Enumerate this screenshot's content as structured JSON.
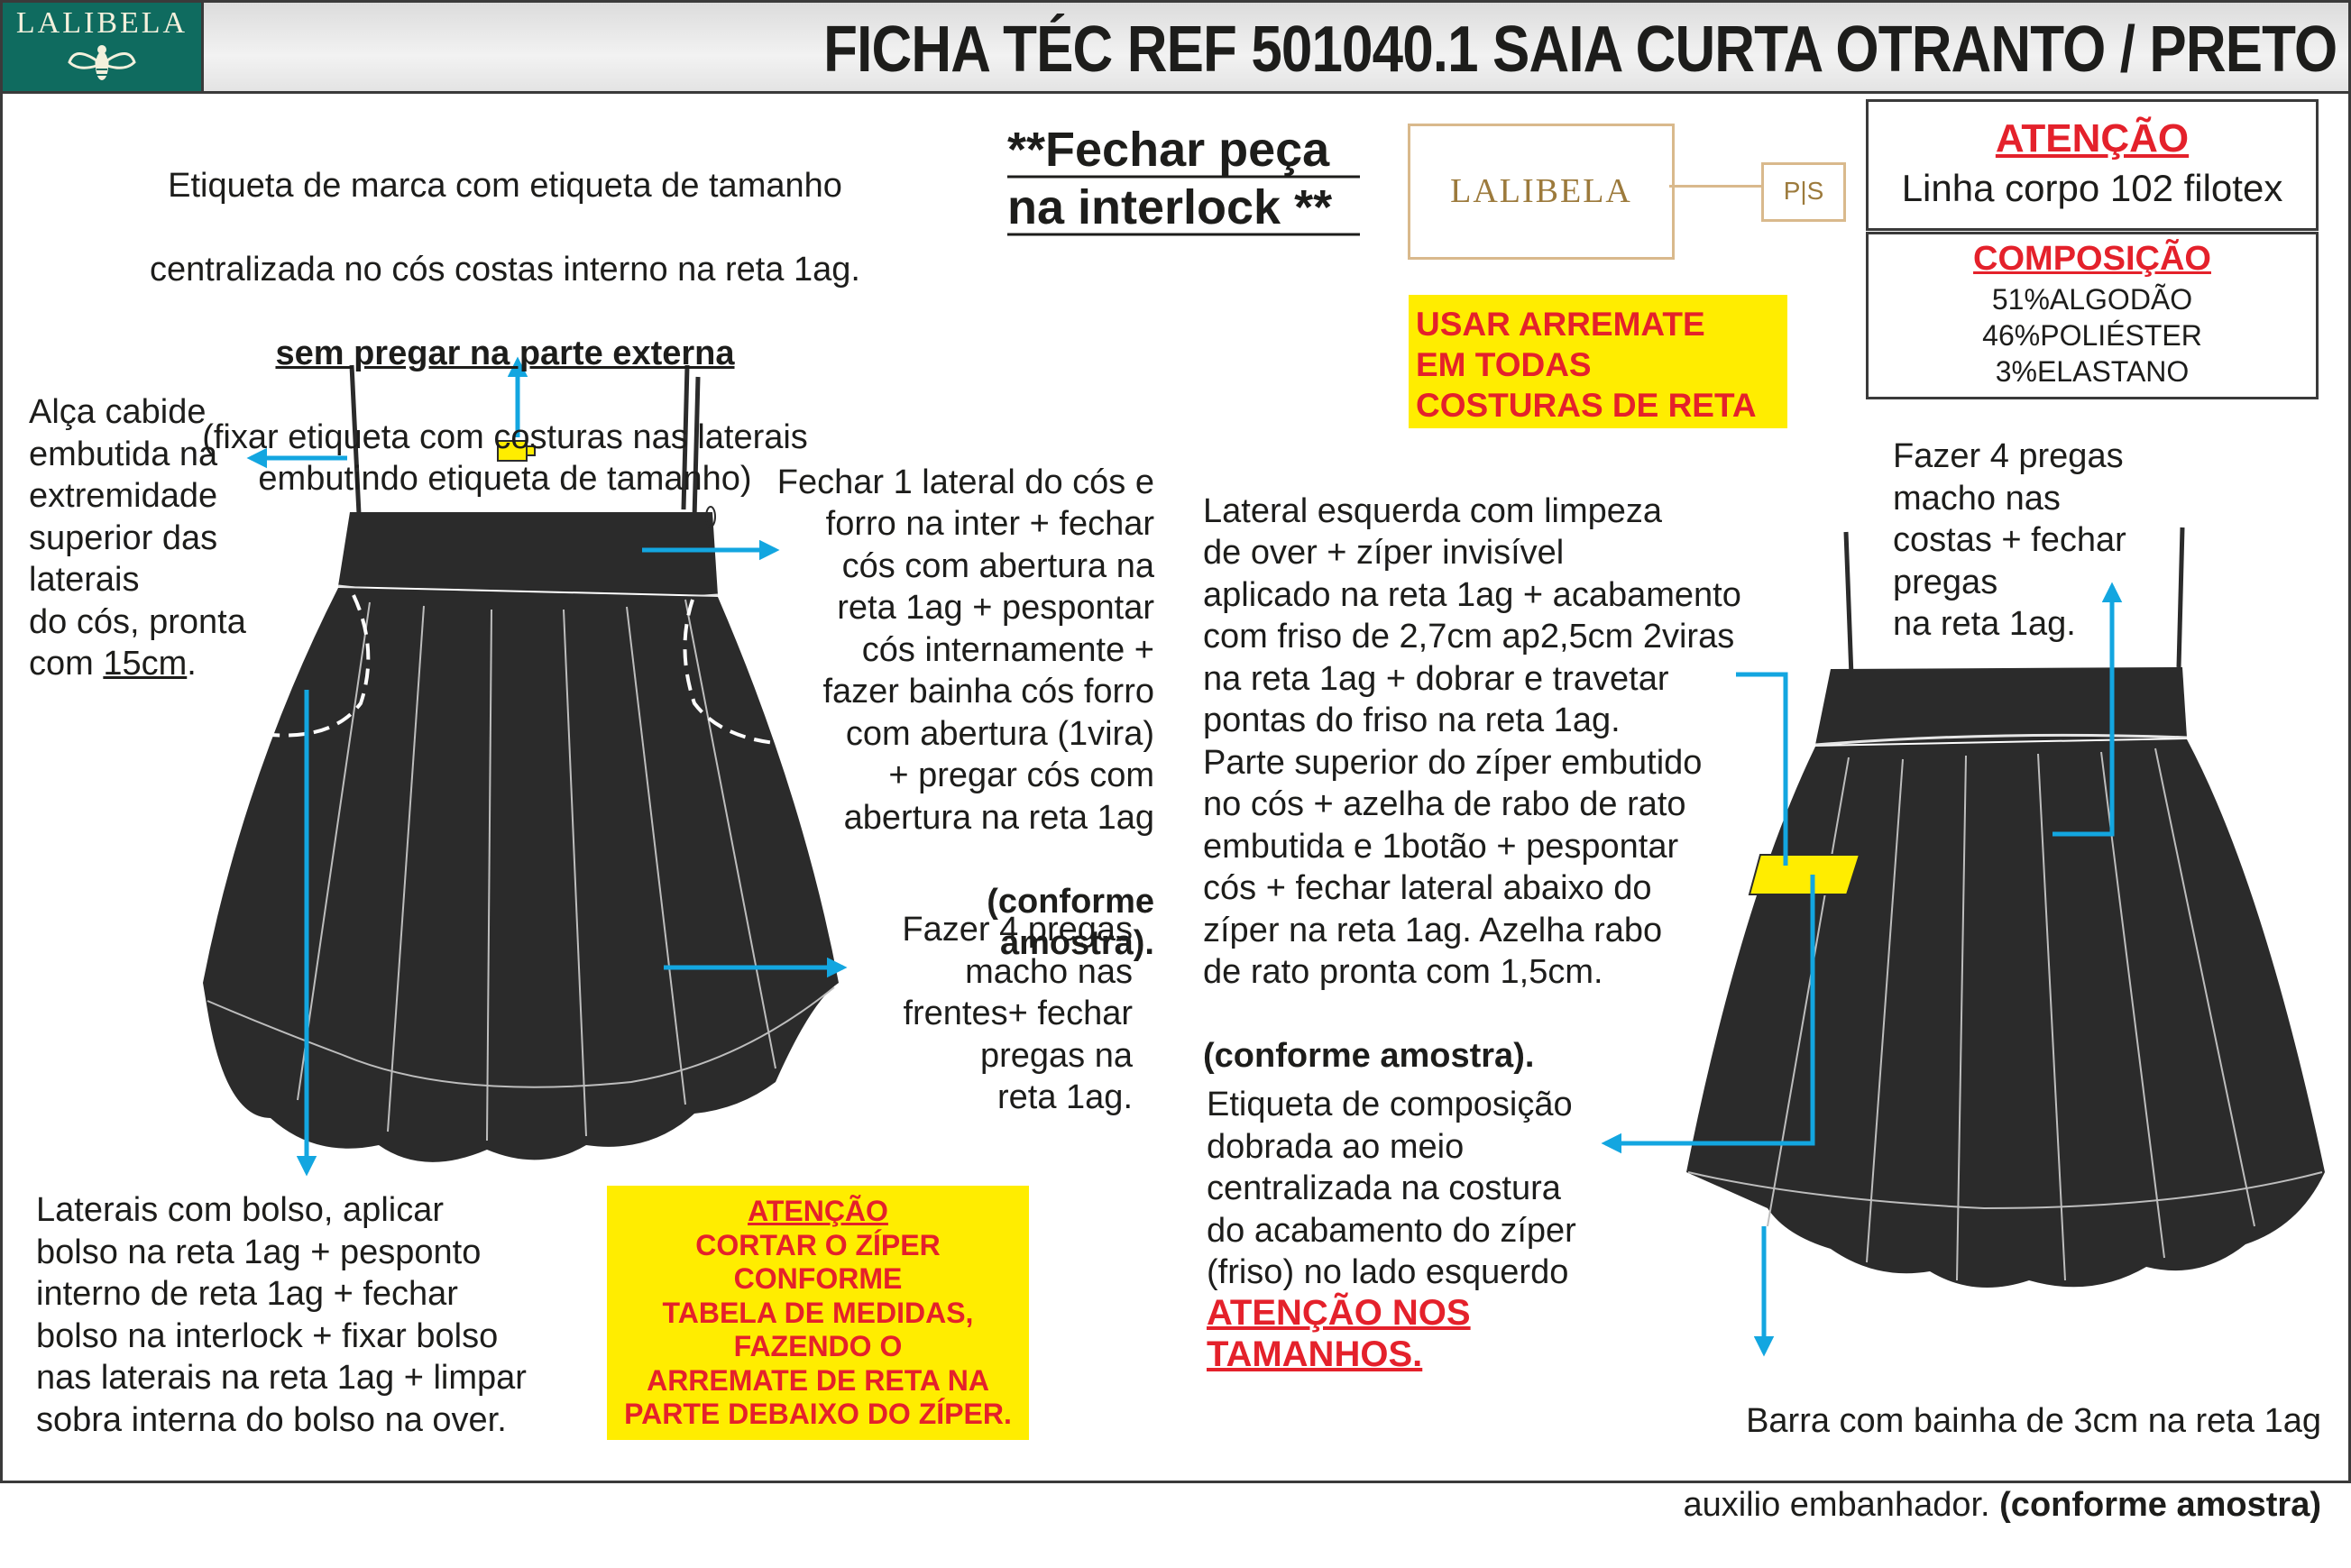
{
  "header": {
    "logo_text": "LALIBELA",
    "title": "FICHA TÉC REF 501040.1 SAIA CURTA OTRANTO / PRETO"
  },
  "notes": {
    "brand_label_1": "Etiqueta de marca com etiqueta de tamanho",
    "brand_label_2": "centralizada no cós costas interno na reta 1ag.",
    "brand_label_3": "sem pregar na parte externa",
    "brand_label_4": "(fixar etiqueta com costuras nas laterais\nembutindo etiqueta de tamanho)",
    "interlock_1": "**Fechar peça",
    "interlock_2": "na interlock **",
    "hanger_1": "Alça cabide\nembutida na\nextremidade\nsuperior das\nlaterais\ndo cós, pronta\ncom ",
    "hanger_2": "15cm",
    "hanger_3": ".",
    "waist_1": "Fechar 1 lateral do cós e\nforro na inter + fechar\ncós com abertura na\nreta 1ag + pespontar\ncós internamente +\nfazer bainha cós forro\ncom abertura (1vira)\n+ pregar cós com\nabertura na reta 1ag",
    "waist_2": "(conforme\namostra).",
    "front_pleats": "Fazer 4 pregas\nmacho nas\nfrentes+ fechar\npregas na\nreta 1ag.",
    "pockets": "Laterais com bolso, aplicar\nbolso na reta 1ag + pesponto\ninterno de reta 1ag + fechar\nbolso na interlock + fixar bolso\nnas laterais na reta 1ag + limpar\nsobra interna do bolso na over.",
    "zipper_cut_title": "ATENÇÃO",
    "zipper_cut_body": "CORTAR O ZÍPER\nCONFORME\nTABELA DE MEDIDAS,\nFAZENDO O\nARREMATE DE RETA NA\nPARTE DEBAIXO DO ZÍPER.",
    "arremate": "USAR ARREMATE\nEM TODAS\nCOSTURAS DE RETA",
    "zipper_1": "Lateral esquerda com limpeza\nde over + zíper invisível\naplicado na reta 1ag + acabamento\ncom friso de 2,7cm ap2,5cm 2viras\nna reta 1ag + dobrar e travetar\npontas do friso na reta 1ag.\nParte superior do zíper embutido\nno cós + azelha de rabo de rato\nembutida e 1botão + pespontar\ncós + fechar lateral abaixo do\nzíper na reta 1ag. Azelha rabo\nde rato pronta com 1,5cm.",
    "zipper_2": "(conforme amostra).",
    "back_pleats": "Fazer 4 pregas\nmacho nas\ncostas + fechar\npregas\nna reta 1ag.",
    "composition_label": "Etiqueta de composição\ndobrada ao meio\ncentralizada na costura\ndo acabamento do zíper\n(friso) no lado esquerdo",
    "sizes_warning": "ATENÇÃO NOS\nTAMANHOS.",
    "hem_1": "Barra com bainha de 3cm na reta 1ag",
    "hem_2": "auxilio embanhador. ",
    "hem_3": "(conforme amostra)"
  },
  "label_image": {
    "brand": "LALIBELA",
    "size_tag": "P|S"
  },
  "attention_box": {
    "title": "ATENÇÃO",
    "text": "Linha corpo 102 filotex"
  },
  "composition_box": {
    "title": "COMPOSIÇÃO",
    "lines": [
      "51%ALGODÃO",
      "46%POLIÉSTER",
      "3%ELASTANO"
    ]
  },
  "colors": {
    "skirt": "#2b2b2b",
    "arrow": "#13a6e0",
    "yellow": "#ffed00",
    "red": "#e4212b",
    "logo_bg": "#0f6b5f"
  }
}
